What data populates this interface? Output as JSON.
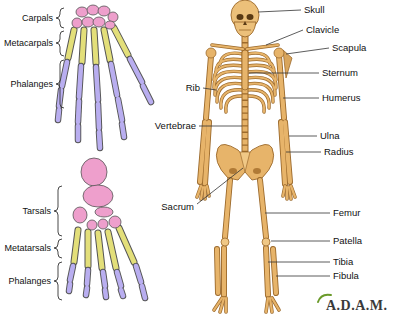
{
  "diagram": {
    "labels": [
      "Carpals",
      "Metacarpals",
      "Phalanges",
      "Tarsals",
      "Metatarsals",
      "Phalanges",
      "Skull",
      "Clavicle",
      "Scapula",
      "Rib",
      "Sternum",
      "Humerus",
      "Vertebrae",
      "Ulna",
      "Radius",
      "Sacrum",
      "Femur",
      "Patella",
      "Tibia",
      "Fibula",
      "A.D.A.M."
    ]
  }
}
